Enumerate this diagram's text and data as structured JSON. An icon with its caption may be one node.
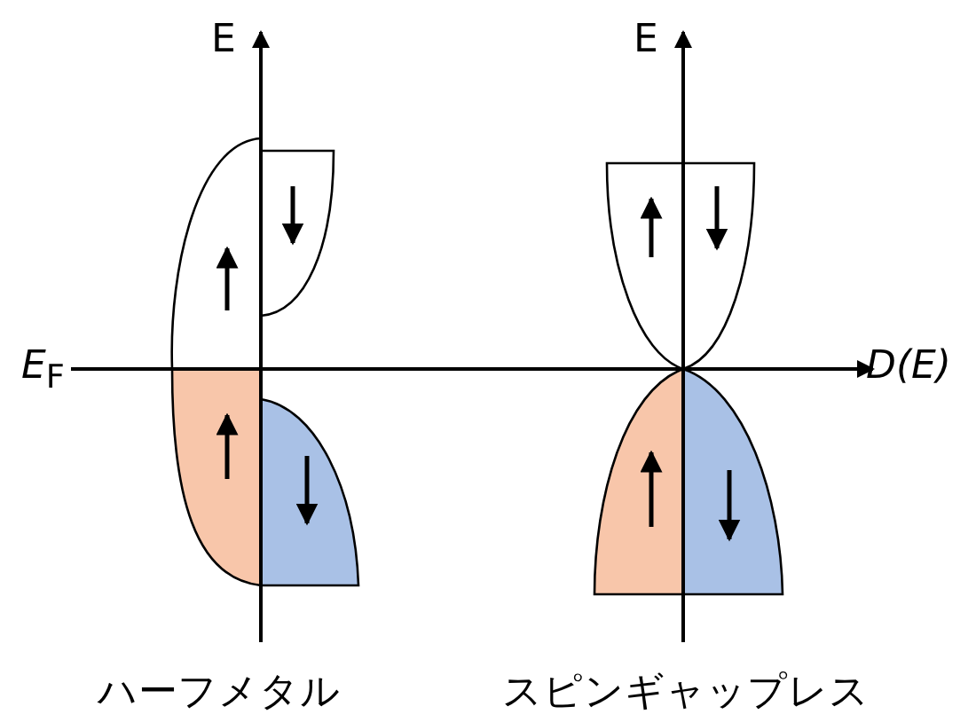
{
  "diagram": {
    "labels": [
      "E",
      "E",
      "*E*$_{F}$",
      "D(E)",
      "ハーフメタル",
      "スピンギャップレス"
    ]
  }
}
